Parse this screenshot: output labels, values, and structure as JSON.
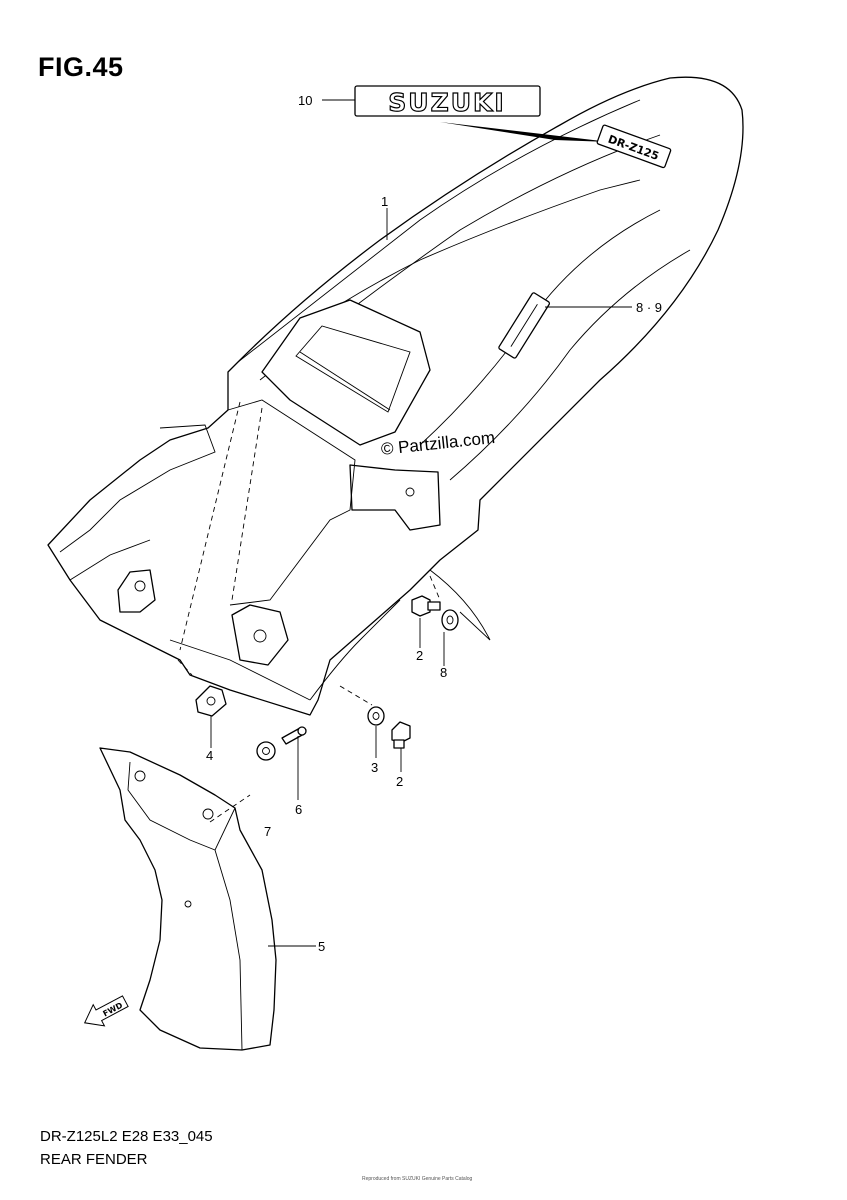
{
  "figure": {
    "title": "FIG.45",
    "model_code": "DR-Z125L2 E28 E33_045",
    "subtitle": "REAR FENDER",
    "watermark": "© Partzilla.com",
    "footer_note": "Reproduced from SUZUKI Genuine Parts Catalog",
    "badge_label": "SUZUKI",
    "model_decal_text": "DR-Z125",
    "fwd_label": "FWD"
  },
  "callouts": [
    {
      "id": "c10",
      "label": "10"
    },
    {
      "id": "c1",
      "label": "1"
    },
    {
      "id": "c89",
      "label": "8 · 9"
    },
    {
      "id": "c2a",
      "label": "2"
    },
    {
      "id": "c8",
      "label": "8"
    },
    {
      "id": "c4",
      "label": "4"
    },
    {
      "id": "c3",
      "label": "3"
    },
    {
      "id": "c2b",
      "label": "2"
    },
    {
      "id": "c6",
      "label": "6"
    },
    {
      "id": "c7",
      "label": "7"
    },
    {
      "id": "c5",
      "label": "5"
    }
  ]
}
